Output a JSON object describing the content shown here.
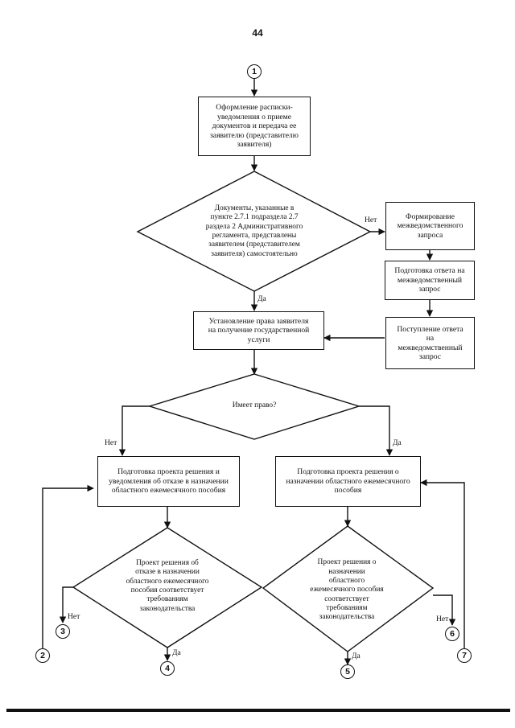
{
  "page_number": "44",
  "connectors": {
    "c1": "1",
    "c2": "2",
    "c3": "3",
    "c4": "4",
    "c5": "5",
    "c6": "6",
    "c7": "7"
  },
  "boxes": {
    "receipt": "Оформление расписки-\nуведомления о приеме\nдокументов и передача ее\nзаявителю (представителю\nзаявителя)",
    "form_request": "Формирование\nмежведомственного\nзапроса",
    "prepare_answer": "Подготовка ответа на\nмежведомственный\nзапрос",
    "receive_answer": "Поступление ответа\nна\nмежведомственный\nзапрос",
    "establish_right": "Установление права заявителя\nна получение государственной\nуслуги",
    "refusal_draft": "Подготовка проекта решения и\nуведомления об отказе в назначении\nобластного ежемесячного пособия",
    "grant_draft": "Подготовка проекта решения о\nназначении областного ежемесячного\nпособия"
  },
  "decisions": {
    "documents": "Документы, указанные в\nпункте 2.7.1 подраздела 2.7\nраздела 2 Административного\nрегламента, представлены\nзаявителем (представителем\nзаявителя) самостоятельно",
    "has_right": "Имеет право?",
    "refusal_check": "Проект решения об\nотказе в назначении\nобластного ежемесячного\nпособия  соответствует\nтребованиям\nзаконодательства",
    "grant_check": "Проект решения о\nназначении\nобластного\nежемесячного пособия\nсоответствует\nтребованиям\nзаконодательства"
  },
  "labels": {
    "no": "Нет",
    "yes": "Да"
  }
}
